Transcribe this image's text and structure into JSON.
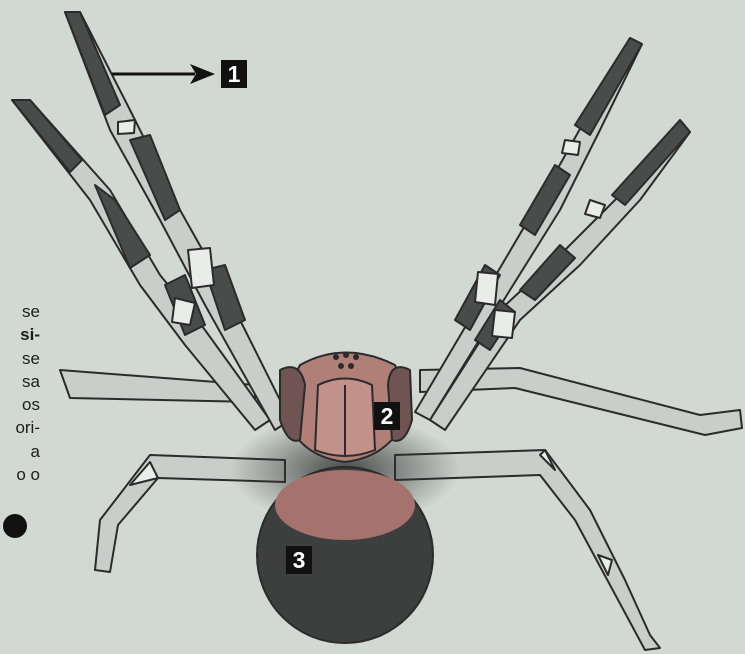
{
  "colors": {
    "background": "#d2d9d2",
    "leg_light": "#c9ceca",
    "leg_dark": "#4a4c4c",
    "cephalothorax": "#b07f78",
    "abdomen": "#3d3f3f",
    "abdomen_patch": "#a5726d",
    "outline": "#2b2b2b"
  },
  "side_text_lines": [
    "se",
    "si-",
    "se",
    "sa",
    "os",
    "ori-",
    "a",
    "o o"
  ],
  "labels": {
    "marker_1": "1",
    "marker_2": "2",
    "marker_3": "3"
  }
}
